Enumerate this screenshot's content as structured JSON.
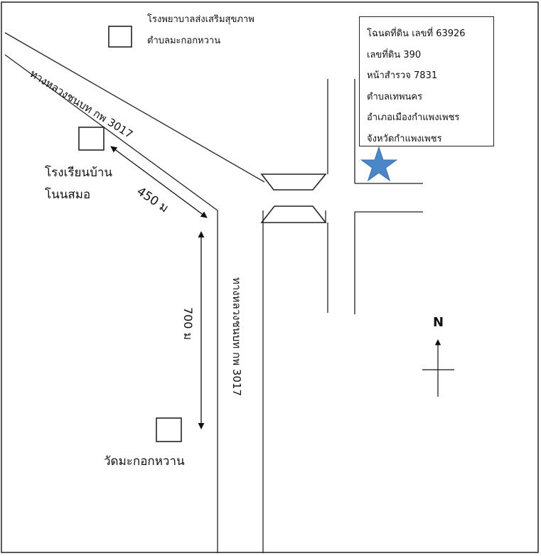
{
  "info_box": {
    "lines": [
      "โฉนดที่ดิน เลขที่ 63926",
      "เลขที่ดิน 390",
      "หน้าสำรวจ 7831",
      "ตำบลเทพนคร",
      "อำเภอเมืองกำแพงเพชร",
      "จังหวัดกำแพงเพชร"
    ]
  },
  "landmarks": {
    "hospital_line1": "โรงพยาบาลส่งเสริมสุขภาพ",
    "hospital_line2": "ตำบลมะกอกหวาน",
    "school_line1": "โรงเรียนบ้าน",
    "school_line2": "โนนสมอ",
    "temple": "วัดมะกอกหวาน"
  },
  "roads": {
    "diagonal": "ทางหลวงชนบท กพ 3017",
    "vertical": "ทางหลวงชนบท กพ 3017"
  },
  "distances": {
    "diagonal": "450 ม",
    "vertical": "700 ม"
  },
  "compass": {
    "label": "N"
  },
  "colors": {
    "star": "#4a86c8",
    "line": "#222222"
  }
}
